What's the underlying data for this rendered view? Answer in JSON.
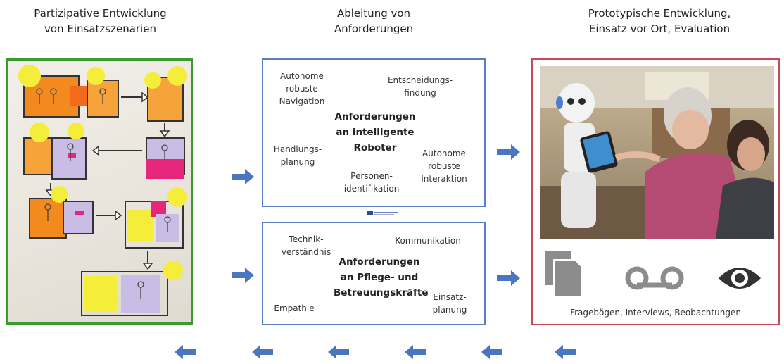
{
  "titles": {
    "left": [
      "Partizipative Entwicklung",
      "von Einsatzszenarien"
    ],
    "middle": [
      "Ableitung von",
      "Anforderungen"
    ],
    "right": [
      "Prototypische Entwicklung,",
      "Einsatz vor Ort, Evaluation"
    ]
  },
  "robot_box": {
    "center": [
      "Anforderungen",
      "an intelligente",
      "Roboter"
    ],
    "nav": [
      "Autonome",
      "robuste",
      "Navigation"
    ],
    "decision": [
      "Entscheidungs-",
      "findung"
    ],
    "action": [
      "Handlungs-",
      "planung"
    ],
    "interaction": [
      "Autonome",
      "robuste",
      "Interaktion"
    ],
    "person": [
      "Personen-",
      "identifikation"
    ]
  },
  "care_box": {
    "center": [
      "Anforderungen",
      "an Pflege-  und",
      "Betreuungskräfte"
    ],
    "tech": [
      "Technik-",
      "verständnis"
    ],
    "comm": "Kommunikation",
    "empathy": "Empathie",
    "planning": [
      "Einsatz-",
      "planung"
    ]
  },
  "methods_label": "Fragebögen, Interviews, Beobachtungen",
  "icons": [
    "documents-icon",
    "voicemail-icon",
    "eye-icon"
  ],
  "colors": {
    "green_border": "#3a9c2e",
    "blue_border": "#5b7ec2",
    "red_border": "#c94a55",
    "arrow": "#4a76c1",
    "icon_gray": "#8c8c8c"
  }
}
